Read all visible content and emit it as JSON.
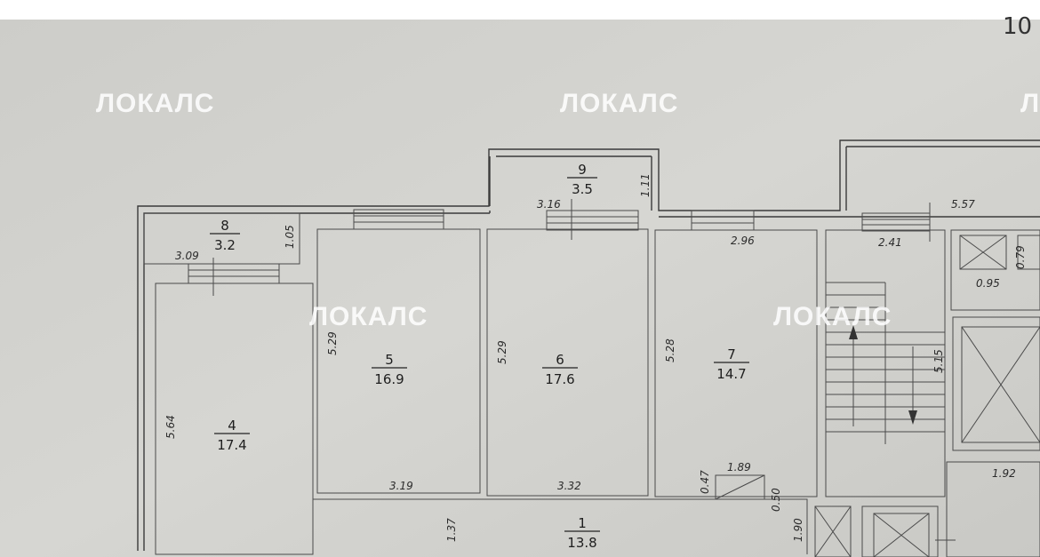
{
  "watermark": {
    "text": "ЛОКАЛС"
  },
  "page_number": "10",
  "rooms": [
    {
      "number": "8",
      "area": "3.2"
    },
    {
      "number": "9",
      "area": "3.5"
    },
    {
      "number": "5",
      "area": "16.9"
    },
    {
      "number": "6",
      "area": "17.6"
    },
    {
      "number": "7",
      "area": "14.7"
    },
    {
      "number": "4",
      "area": "17.4"
    },
    {
      "number": "1",
      "area": "13.8"
    }
  ],
  "dimensions": {
    "d_309": "3.09",
    "d_105": "1.05",
    "d_316": "3.16",
    "d_111": "1.11",
    "d_296": "2.96",
    "d_241": "2.41",
    "d_557": "5.57",
    "d_079": "0.79",
    "d_095": "0.95",
    "d_529a": "5.29",
    "d_529b": "5.29",
    "d_528": "5.28",
    "d_515": "5.15",
    "d_564": "5.64",
    "d_319": "3.19",
    "d_332": "3.32",
    "d_047": "0.47",
    "d_189": "1.89",
    "d_050": "0.50",
    "d_192": "1.92",
    "d_137": "1.37",
    "d_190": "1.90"
  }
}
